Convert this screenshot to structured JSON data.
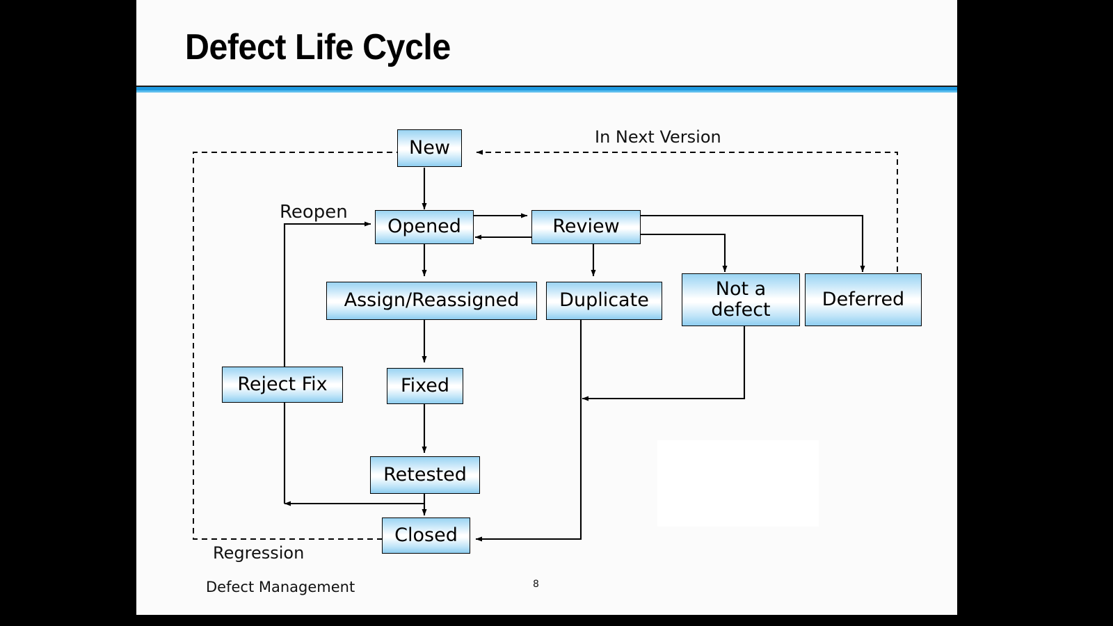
{
  "slide": {
    "title": "Defect Life Cycle",
    "footer": "Defect Management",
    "page_number": "8",
    "accent_color": "#1f9ae0",
    "canvas_background": "#fbfbfb",
    "outer_background": "#000000"
  },
  "diagram": {
    "type": "state-flowchart",
    "node_fill_top": "#9ad4f2",
    "node_fill_mid": "#ffffff",
    "node_border": "#000000",
    "nodes": [
      {
        "id": "new",
        "label": "New"
      },
      {
        "id": "opened",
        "label": "Opened"
      },
      {
        "id": "review",
        "label": "Review"
      },
      {
        "id": "assign",
        "label": "Assign/Reassigned"
      },
      {
        "id": "duplicate",
        "label": "Duplicate"
      },
      {
        "id": "notadefect",
        "label": "Not a\ndefect"
      },
      {
        "id": "deferred",
        "label": "Deferred"
      },
      {
        "id": "rejectfix",
        "label": "Reject Fix"
      },
      {
        "id": "fixed",
        "label": "Fixed"
      },
      {
        "id": "retested",
        "label": "Retested"
      },
      {
        "id": "closed",
        "label": "Closed"
      }
    ],
    "edge_labels": [
      {
        "id": "in-next-version",
        "text": "In Next Version"
      },
      {
        "id": "reopen",
        "text": "Reopen"
      },
      {
        "id": "regression",
        "text": "Regression"
      }
    ],
    "edges": [
      {
        "from": "new",
        "to": "opened",
        "style": "solid"
      },
      {
        "from": "opened",
        "to": "review",
        "style": "solid"
      },
      {
        "from": "review",
        "to": "opened",
        "style": "solid"
      },
      {
        "from": "opened",
        "to": "assign",
        "style": "solid"
      },
      {
        "from": "review",
        "to": "duplicate",
        "style": "solid"
      },
      {
        "from": "review",
        "to": "notadefect",
        "style": "solid"
      },
      {
        "from": "review",
        "to": "deferred",
        "style": "solid"
      },
      {
        "from": "assign",
        "to": "fixed",
        "style": "solid"
      },
      {
        "from": "fixed",
        "to": "retested",
        "style": "solid"
      },
      {
        "from": "retested",
        "to": "closed",
        "style": "solid"
      },
      {
        "from": "retested",
        "to": "rejectfix",
        "style": "solid",
        "label": "Reopen"
      },
      {
        "from": "rejectfix",
        "to": "opened",
        "style": "solid",
        "label": "Reopen"
      },
      {
        "from": "notadefect",
        "to": "closed",
        "style": "solid"
      },
      {
        "from": "duplicate",
        "to": "closed",
        "style": "solid"
      },
      {
        "from": "deferred",
        "to": "new",
        "style": "dashed",
        "label": "In Next Version"
      },
      {
        "from": "closed",
        "to": "new",
        "style": "dashed",
        "label": "Regression"
      }
    ]
  }
}
